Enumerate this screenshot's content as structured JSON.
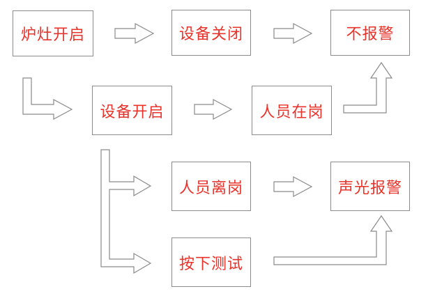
{
  "nodes": {
    "stove_on": "炉灶开启",
    "device_off": "设备关闭",
    "no_alarm": "不报警",
    "device_on": "设备开启",
    "person_present": "人员在岗",
    "person_absent": "人员离岗",
    "sound_light_alarm": "声光报警",
    "press_test": "按下测试"
  },
  "colors": {
    "text": "#e8322a",
    "border": "#8a8a8a"
  }
}
